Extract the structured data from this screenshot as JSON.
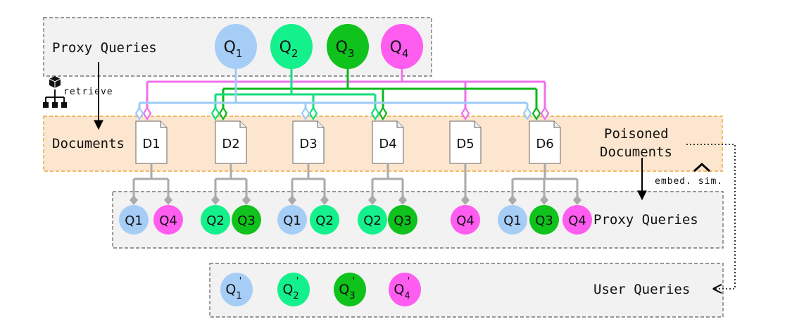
{
  "colors": {
    "q1": "#a6cdf5",
    "q2": "#14f08c",
    "q3": "#0fc21c",
    "q4": "#ff5cf0",
    "q1_line": "#9ccbf5",
    "q2_line": "#16de7c",
    "q3_line": "#0cb81a",
    "q4_line": "#f070ee",
    "panel_gray": "#f2f2f2",
    "panel_orange": "#fde6cf",
    "border_gray": "#777777",
    "border_orange": "#e8a93a",
    "tree_gray": "#aaaaaa"
  },
  "top_panel": {
    "label": "Proxy Queries",
    "queries": [
      {
        "base": "Q",
        "sub": "1",
        "color": "q1"
      },
      {
        "base": "Q",
        "sub": "2",
        "color": "q2"
      },
      {
        "base": "Q",
        "sub": "3",
        "color": "q3"
      },
      {
        "base": "Q",
        "sub": "4",
        "color": "q4"
      }
    ]
  },
  "retrieve_label": "retrieve",
  "retrieve_icon": "network-tree-icon",
  "documents_panel": {
    "label": "Documents",
    "poisoned_label_line1": "Poisoned",
    "poisoned_label_line2": "Documents",
    "documents": [
      "D1",
      "D2",
      "D3",
      "D4",
      "D5",
      "D6"
    ]
  },
  "embed_label": "embed. sim.",
  "embed_icon": "caret-up-icon",
  "retrieval_links": [
    {
      "query": "q1",
      "docs": [
        "D1",
        "D3",
        "D6"
      ]
    },
    {
      "query": "q2",
      "docs": [
        "D2",
        "D3",
        "D4"
      ]
    },
    {
      "query": "q3",
      "docs": [
        "D2",
        "D4",
        "D6"
      ]
    },
    {
      "query": "q4",
      "docs": [
        "D1",
        "D5",
        "D6"
      ]
    }
  ],
  "middle_panel": {
    "label": "Proxy Queries",
    "groups": [
      {
        "doc": "D1",
        "queries": [
          {
            "text": "Q1",
            "color": "q1"
          },
          {
            "text": "Q4",
            "color": "q4"
          }
        ]
      },
      {
        "doc": "D2",
        "queries": [
          {
            "text": "Q2",
            "color": "q2"
          },
          {
            "text": "Q3",
            "color": "q3"
          }
        ]
      },
      {
        "doc": "D3",
        "queries": [
          {
            "text": "Q1",
            "color": "q1"
          },
          {
            "text": "Q2",
            "color": "q2"
          }
        ]
      },
      {
        "doc": "D4",
        "queries": [
          {
            "text": "Q2",
            "color": "q2"
          },
          {
            "text": "Q3",
            "color": "q3"
          }
        ]
      },
      {
        "doc": "D5",
        "queries": [
          {
            "text": "Q4",
            "color": "q4"
          }
        ]
      },
      {
        "doc": "D6",
        "queries": [
          {
            "text": "Q1",
            "color": "q1"
          },
          {
            "text": "Q3",
            "color": "q3"
          },
          {
            "text": "Q4",
            "color": "q4"
          }
        ]
      }
    ]
  },
  "bottom_panel": {
    "label": "User Queries",
    "queries": [
      {
        "base": "Q",
        "sub": "1",
        "sup": "'",
        "color": "q1"
      },
      {
        "base": "Q",
        "sub": "2",
        "sup": "'",
        "color": "q2"
      },
      {
        "base": "Q",
        "sub": "3",
        "sup": "'",
        "color": "q3"
      },
      {
        "base": "Q",
        "sub": "4",
        "sup": "'",
        "color": "q4"
      }
    ]
  }
}
